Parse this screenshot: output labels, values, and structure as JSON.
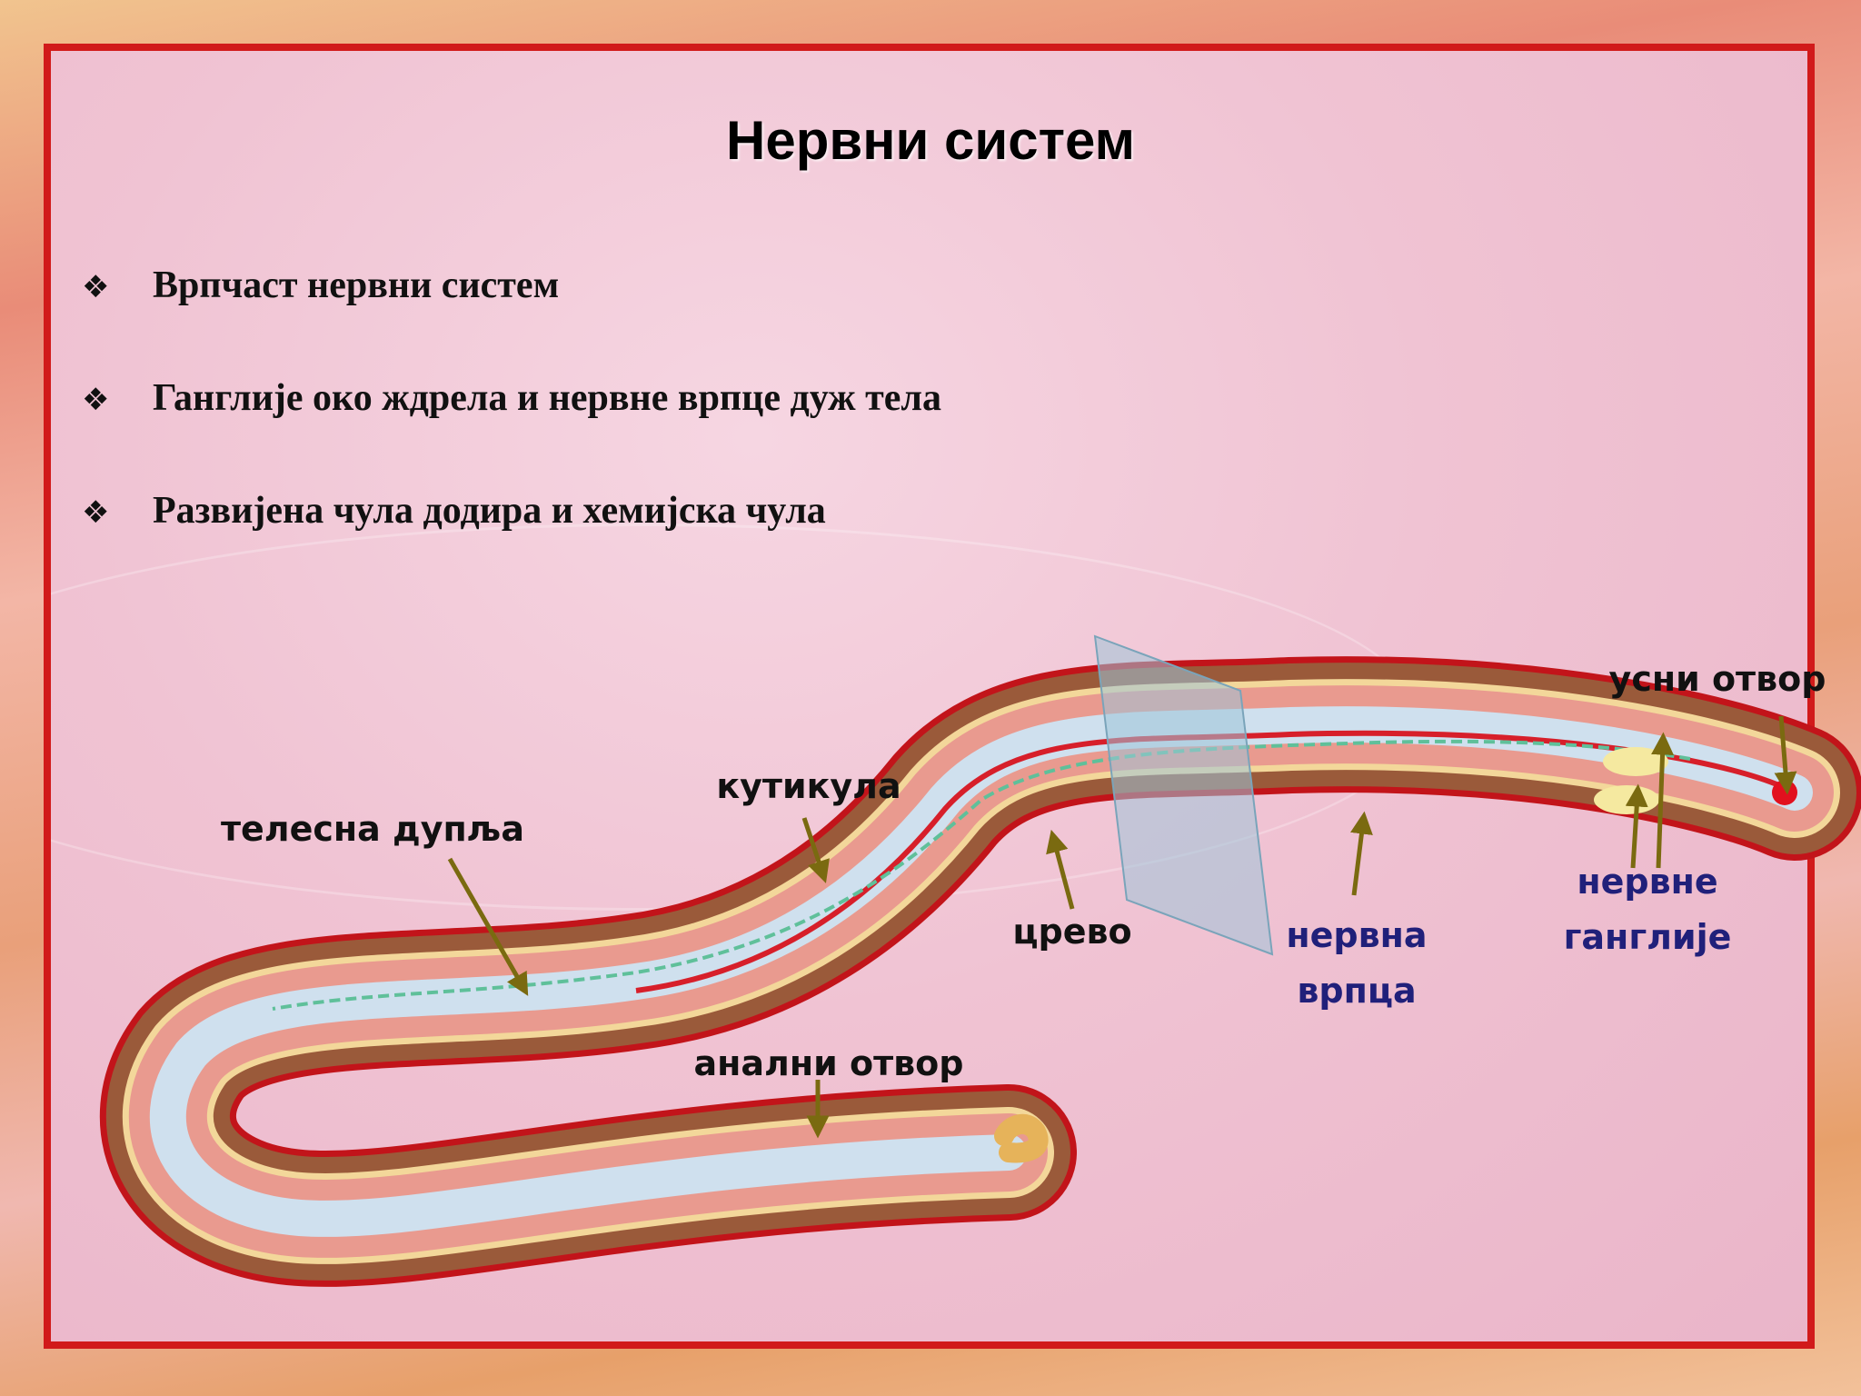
{
  "title": "Нервни систем",
  "bullets": [
    "Врпчаст нервни систем",
    "Ганглије око ждрела и нервне врпце дуж тела",
    "Развијена чула додира и хемијска чула"
  ],
  "bullet_icon": "diamond-bullet-icon",
  "labels": {
    "mouth": "усни отвор",
    "cuticle": "кутикула",
    "body_cavity": "телесна дупља",
    "intestine": "црево",
    "nerve_cord_1": "нервна",
    "nerve_cord_2": "врпца",
    "ganglia_1": "нервне",
    "ganglia_2": "ганглије",
    "anus": "анални отвор"
  },
  "colors": {
    "frame": "#d11a1a",
    "arrow": "#7a6a10",
    "blue_label": "#20207a"
  }
}
